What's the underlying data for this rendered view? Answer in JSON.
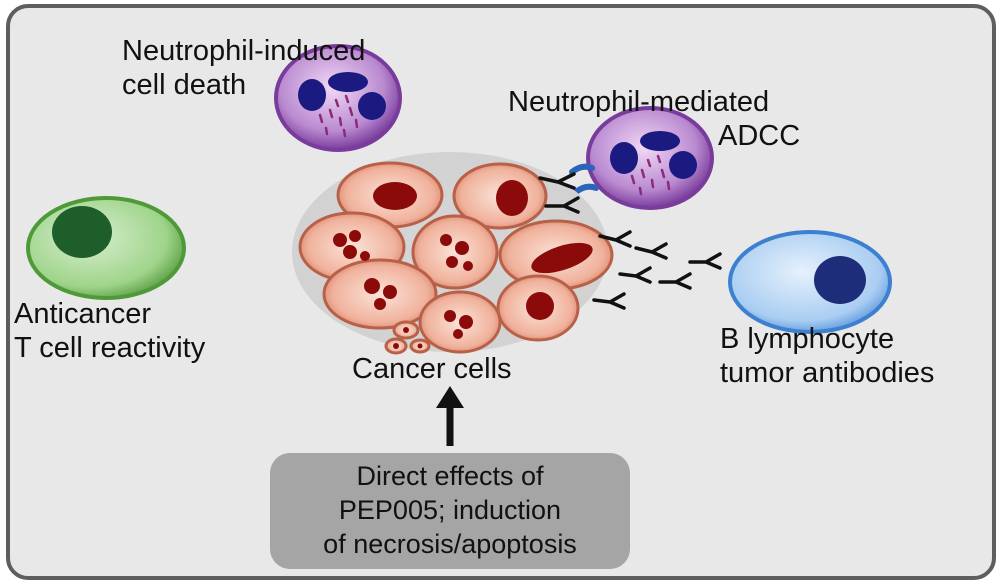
{
  "labels": {
    "neutrophil_death": [
      "Neutrophil-induced",
      "cell death"
    ],
    "neutrophil_adcc": [
      "Neutrophil-mediated",
      "ADCC"
    ],
    "t_cell": [
      "Anticancer",
      "T cell reactivity"
    ],
    "b_cell": [
      "B lymphocyte",
      "tumor antibodies"
    ],
    "cancer_cells": "Cancer cells"
  },
  "pep005_box": [
    "Direct effects of",
    "PEP005; induction",
    "of necrosis/apoptosis"
  ],
  "colors": {
    "frame_background": "#e8e8e8",
    "frame_border": "#5e5e5e",
    "neutrophil": "#8a4fb0",
    "neutrophil_nucleus": "#1a1a80",
    "cancer_cell": "#e89c84",
    "cancer_nucleus": "#8b0a0a",
    "t_cell": "#7ec266",
    "b_cell": "#6aa6e6",
    "box": "#a5a5a5",
    "receptor": "#2b64b8"
  },
  "icons": [
    "neutrophil-icon",
    "t-cell-icon",
    "b-lymphocyte-icon",
    "cancer-cell-cluster-icon",
    "antibody-icon",
    "up-arrow-icon"
  ]
}
